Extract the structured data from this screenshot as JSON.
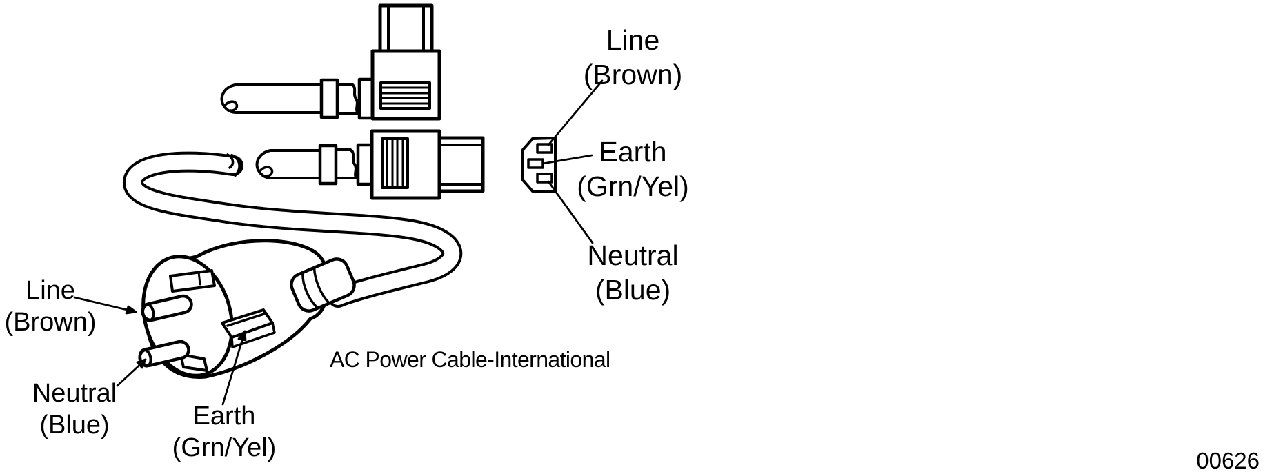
{
  "figure": {
    "title": "AC Power Cable-International",
    "figure_number": "00626",
    "background": "#ffffff",
    "line_color": "#000000",
    "plug": {
      "line": {
        "name": "Line",
        "wire_color": "(Brown)"
      },
      "neutral": {
        "name": "Neutral",
        "wire_color": "(Blue)"
      },
      "earth": {
        "name": "Earth",
        "wire_color": "(Grn/Yel)"
      }
    },
    "inlet": {
      "line": {
        "name": "Line",
        "wire_color": "(Brown)"
      },
      "earth": {
        "name": "Earth",
        "wire_color": "(Grn/Yel)"
      },
      "neutral": {
        "name": "Neutral",
        "wire_color": "(Blue)"
      }
    }
  }
}
